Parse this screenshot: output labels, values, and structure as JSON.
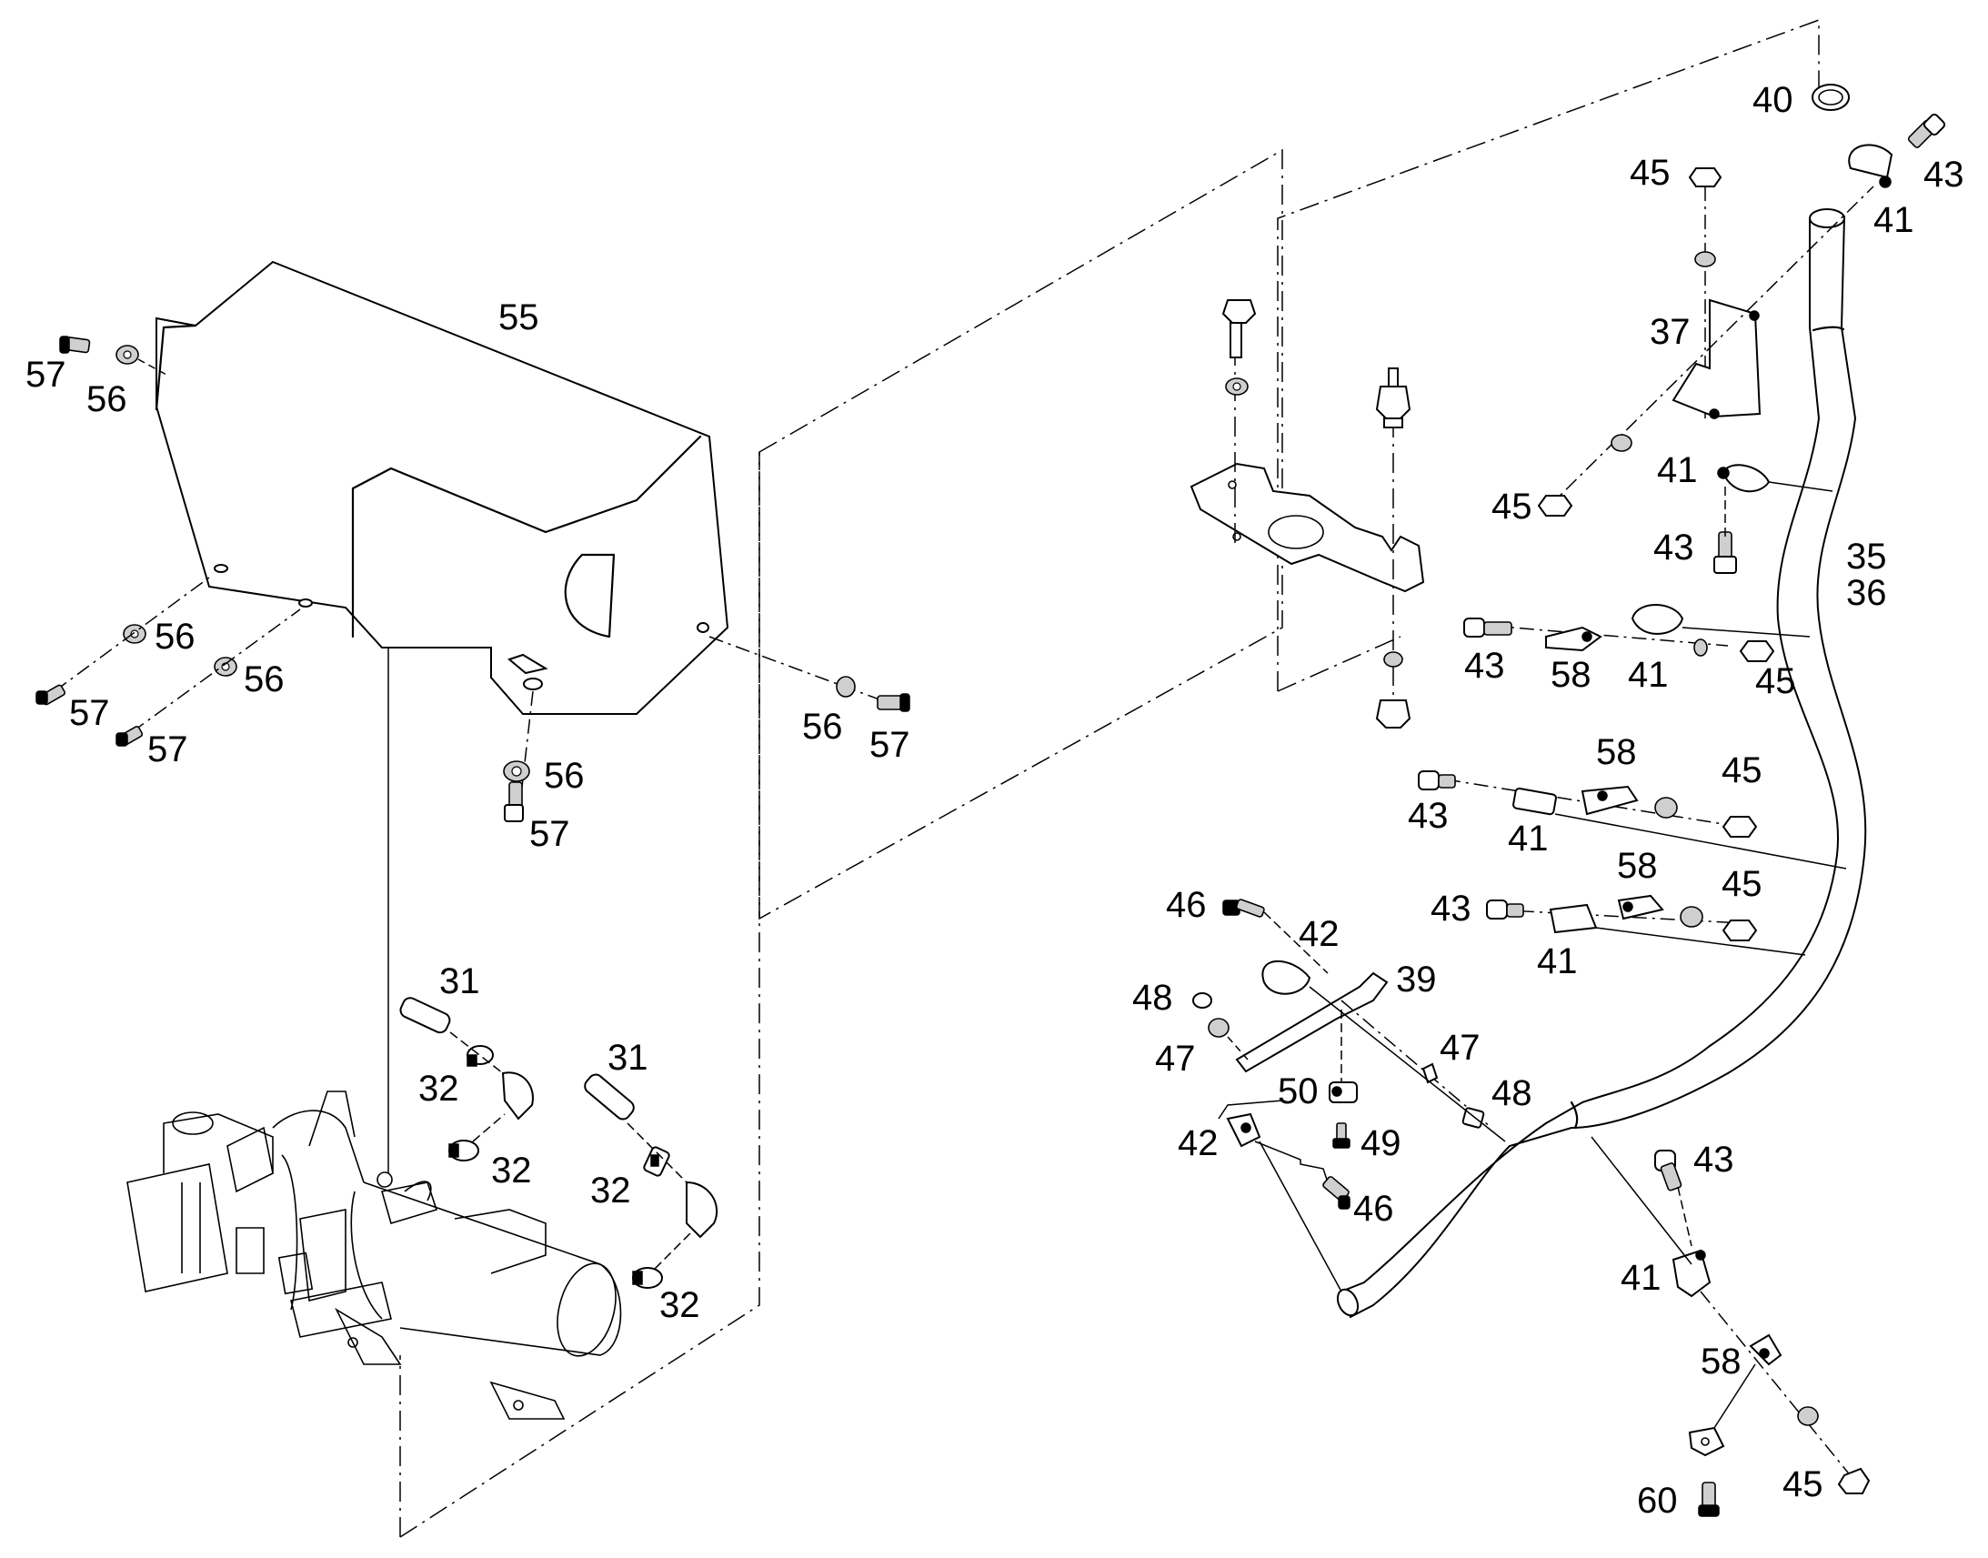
{
  "callouts": [
    {
      "id": "c55",
      "text": "55"
    },
    {
      "id": "c57a",
      "text": "57"
    },
    {
      "id": "c56a",
      "text": "56"
    },
    {
      "id": "c56b",
      "text": "56"
    },
    {
      "id": "c57b",
      "text": "57"
    },
    {
      "id": "c56c",
      "text": "56"
    },
    {
      "id": "c57c",
      "text": "57"
    },
    {
      "id": "c56d",
      "text": "56"
    },
    {
      "id": "c57d",
      "text": "57"
    },
    {
      "id": "c56e",
      "text": "56"
    },
    {
      "id": "c57e",
      "text": "57"
    },
    {
      "id": "c31a",
      "text": "31"
    },
    {
      "id": "c32a",
      "text": "32"
    },
    {
      "id": "c32b",
      "text": "32"
    },
    {
      "id": "c31b",
      "text": "31"
    },
    {
      "id": "c32c",
      "text": "32"
    },
    {
      "id": "c32d",
      "text": "32"
    },
    {
      "id": "c40",
      "text": "40"
    },
    {
      "id": "c43a",
      "text": "43"
    },
    {
      "id": "c45a",
      "text": "45"
    },
    {
      "id": "c41a",
      "text": "41"
    },
    {
      "id": "c37",
      "text": "37"
    },
    {
      "id": "c41b",
      "text": "41"
    },
    {
      "id": "c45b",
      "text": "45"
    },
    {
      "id": "c43b",
      "text": "43"
    },
    {
      "id": "c35",
      "text": "35"
    },
    {
      "id": "c36",
      "text": "36"
    },
    {
      "id": "c43c",
      "text": "43"
    },
    {
      "id": "c58a",
      "text": "58"
    },
    {
      "id": "c41c",
      "text": "41"
    },
    {
      "id": "c45c",
      "text": "45"
    },
    {
      "id": "c58b",
      "text": "58"
    },
    {
      "id": "c45d",
      "text": "45"
    },
    {
      "id": "c43d",
      "text": "43"
    },
    {
      "id": "c41d",
      "text": "41"
    },
    {
      "id": "c58c",
      "text": "58"
    },
    {
      "id": "c45e",
      "text": "45"
    },
    {
      "id": "c43e",
      "text": "43"
    },
    {
      "id": "c41e",
      "text": "41"
    },
    {
      "id": "c46a",
      "text": "46"
    },
    {
      "id": "c42a",
      "text": "42"
    },
    {
      "id": "c39",
      "text": "39"
    },
    {
      "id": "c48a",
      "text": "48"
    },
    {
      "id": "c47a",
      "text": "47"
    },
    {
      "id": "c47b",
      "text": "47"
    },
    {
      "id": "c50",
      "text": "50"
    },
    {
      "id": "c48b",
      "text": "48"
    },
    {
      "id": "c49",
      "text": "49"
    },
    {
      "id": "c42b",
      "text": "42"
    },
    {
      "id": "c46b",
      "text": "46"
    },
    {
      "id": "c43f",
      "text": "43"
    },
    {
      "id": "c41f",
      "text": "41"
    },
    {
      "id": "c58d",
      "text": "58"
    },
    {
      "id": "c60",
      "text": "60"
    },
    {
      "id": "c45f",
      "text": "45"
    }
  ]
}
